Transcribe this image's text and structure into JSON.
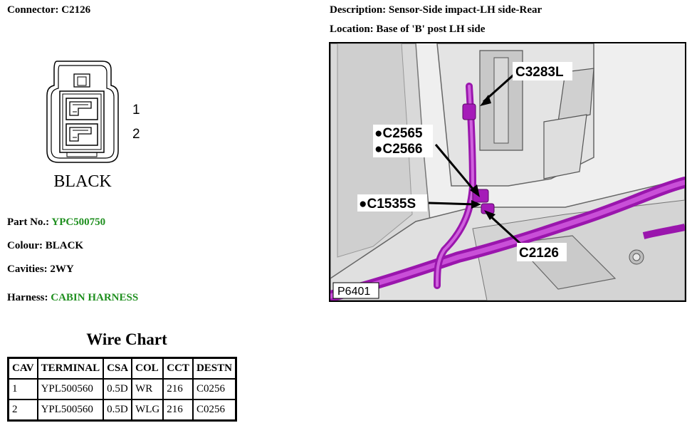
{
  "connector": {
    "label": "Connector:",
    "value": "C2126"
  },
  "description": {
    "label": "Description:",
    "value": "Sensor-Side impact-LH side-Rear"
  },
  "location": {
    "label": "Location:",
    "value": "Base of 'B' post LH side"
  },
  "connector_face": {
    "pin_numbers": [
      "1",
      "2"
    ],
    "colour_text": "BLACK"
  },
  "part": {
    "label": "Part No.:",
    "value": "YPC500750"
  },
  "colour": {
    "label": "Colour:",
    "value": "BLACK"
  },
  "cavities": {
    "label": "Cavities:",
    "value": "2WY"
  },
  "harness": {
    "label": "Harness:",
    "value": "CABIN HARNESS"
  },
  "wire_chart": {
    "title": "Wire Chart",
    "headers": [
      "CAV",
      "TERMINAL",
      "CSA",
      "COL",
      "CCT",
      "DESTN"
    ],
    "rows": [
      [
        "1",
        "YPL500560",
        "0.5D",
        "WR",
        "216",
        "C0256"
      ],
      [
        "2",
        "YPL500560",
        "0.5D",
        "WLG",
        "216",
        "C0256"
      ]
    ]
  },
  "location_image": {
    "callouts": [
      "C3283L",
      "●C2565",
      "●C2566",
      "●C1535S",
      "C2126"
    ],
    "picture_code": "P6401"
  },
  "colors": {
    "link_green": "#1f8f1f",
    "harness_purple": "#b01cc4"
  }
}
